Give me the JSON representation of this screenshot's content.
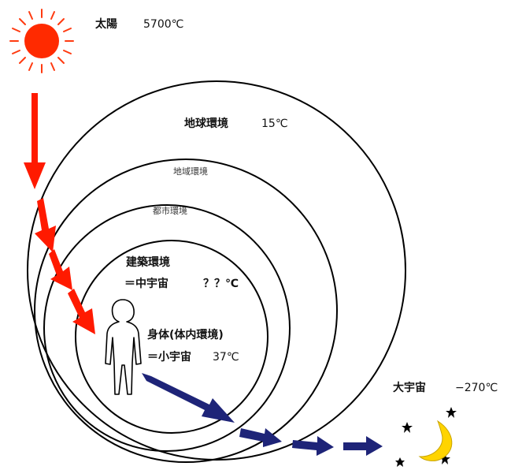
{
  "sun": {
    "label": "太陽",
    "temp": "5700℃"
  },
  "earth": {
    "label": "地球環境",
    "temp": "15℃"
  },
  "region": {
    "label": "地域環境"
  },
  "city": {
    "label": "都市環境"
  },
  "building": {
    "label": "建築環境",
    "sub": "＝中宇宙",
    "temp": "？？℃"
  },
  "body": {
    "label": "身体(体内環境)",
    "sub": "＝小宇宙",
    "temp": "37℃"
  },
  "space": {
    "label": "大宇宙",
    "temp": "−270℃"
  },
  "colors": {
    "sun": "#ff2a00",
    "heat_arrow": "#ff1a00",
    "body_arrow": "#1e2478",
    "moon": "#ffd400"
  }
}
